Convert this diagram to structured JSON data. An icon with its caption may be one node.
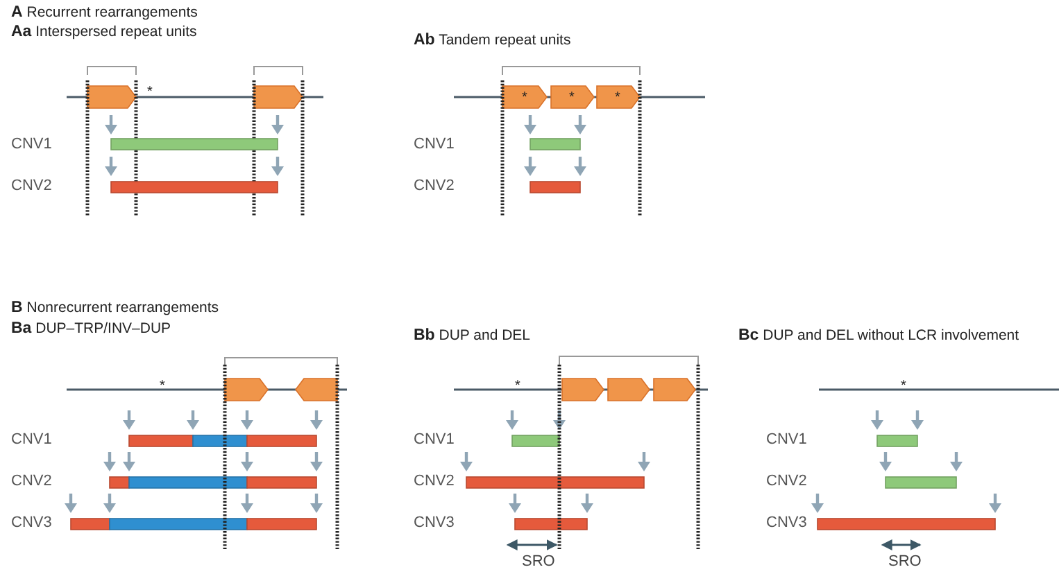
{
  "diagram": {
    "labels": [
      "**A** Recurrent rearrangements",
      "**Aa** Interspersed repeat units",
      "**Ab** Tandem repeat units",
      "*",
      "*",
      "*",
      "*",
      "CNV1",
      "CNV2",
      "CNV1",
      "CNV2",
      "**B** Nonrecurrent rearrangements",
      "**Ba** DUP–TRP/INV–DUP",
      "**Bb** DUP and DEL",
      "**Bc** DUP and DEL without LCR involvement",
      "*",
      "*",
      "*",
      "CNV1",
      "CNV2",
      "CNV3",
      "CNV1",
      "CNV2",
      "CNV3",
      "CNV1",
      "CNV2",
      "CNV3",
      "SRO",
      "SRO"
    ]
  }
}
